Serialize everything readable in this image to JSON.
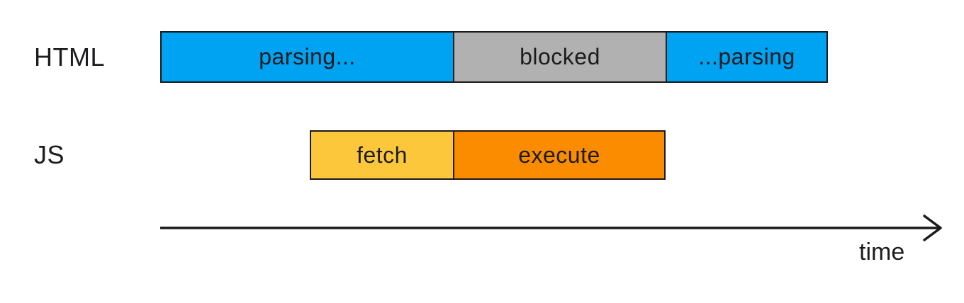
{
  "diagram": {
    "title_implicit": "HTML parsing blocked by synchronous script fetch and execute",
    "rows": [
      {
        "label": "HTML",
        "segments": [
          {
            "label": "parsing...",
            "color": "#00a2f2"
          },
          {
            "label": "blocked",
            "color": "#b1b1b1"
          },
          {
            "label": "...parsing",
            "color": "#00a2f2"
          }
        ]
      },
      {
        "label": "JS",
        "segments": [
          {
            "label": "fetch",
            "color": "#fdc73c"
          },
          {
            "label": "execute",
            "color": "#fb8c00"
          }
        ]
      }
    ],
    "axis": {
      "label": "time"
    },
    "colors": {
      "parsing_blue": "#00a2f2",
      "blocked_gray": "#b1b1b1",
      "fetch_yellow": "#fdc73c",
      "execute_orange": "#fb8c00",
      "outline": "#1a1a1a",
      "text": "#1c1c1e",
      "background": "#ffffff"
    }
  }
}
